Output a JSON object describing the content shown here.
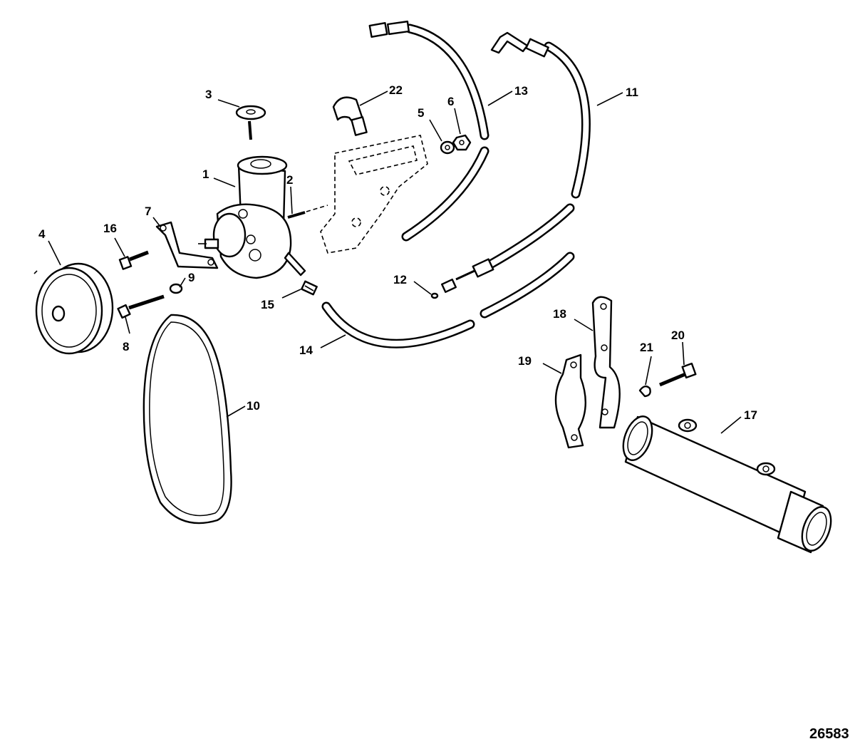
{
  "diagram_id": "26583",
  "callouts": {
    "c1": "1",
    "c2": "2",
    "c3": "3",
    "c4": "4",
    "c5": "5",
    "c6": "6",
    "c7": "7",
    "c8": "8",
    "c9": "9",
    "c10": "10",
    "c11": "11",
    "c12": "12",
    "c13": "13",
    "c14": "14",
    "c15": "15",
    "c16": "16",
    "c17": "17",
    "c18": "18",
    "c19": "19",
    "c20": "20",
    "c21": "21",
    "c22": "22"
  }
}
